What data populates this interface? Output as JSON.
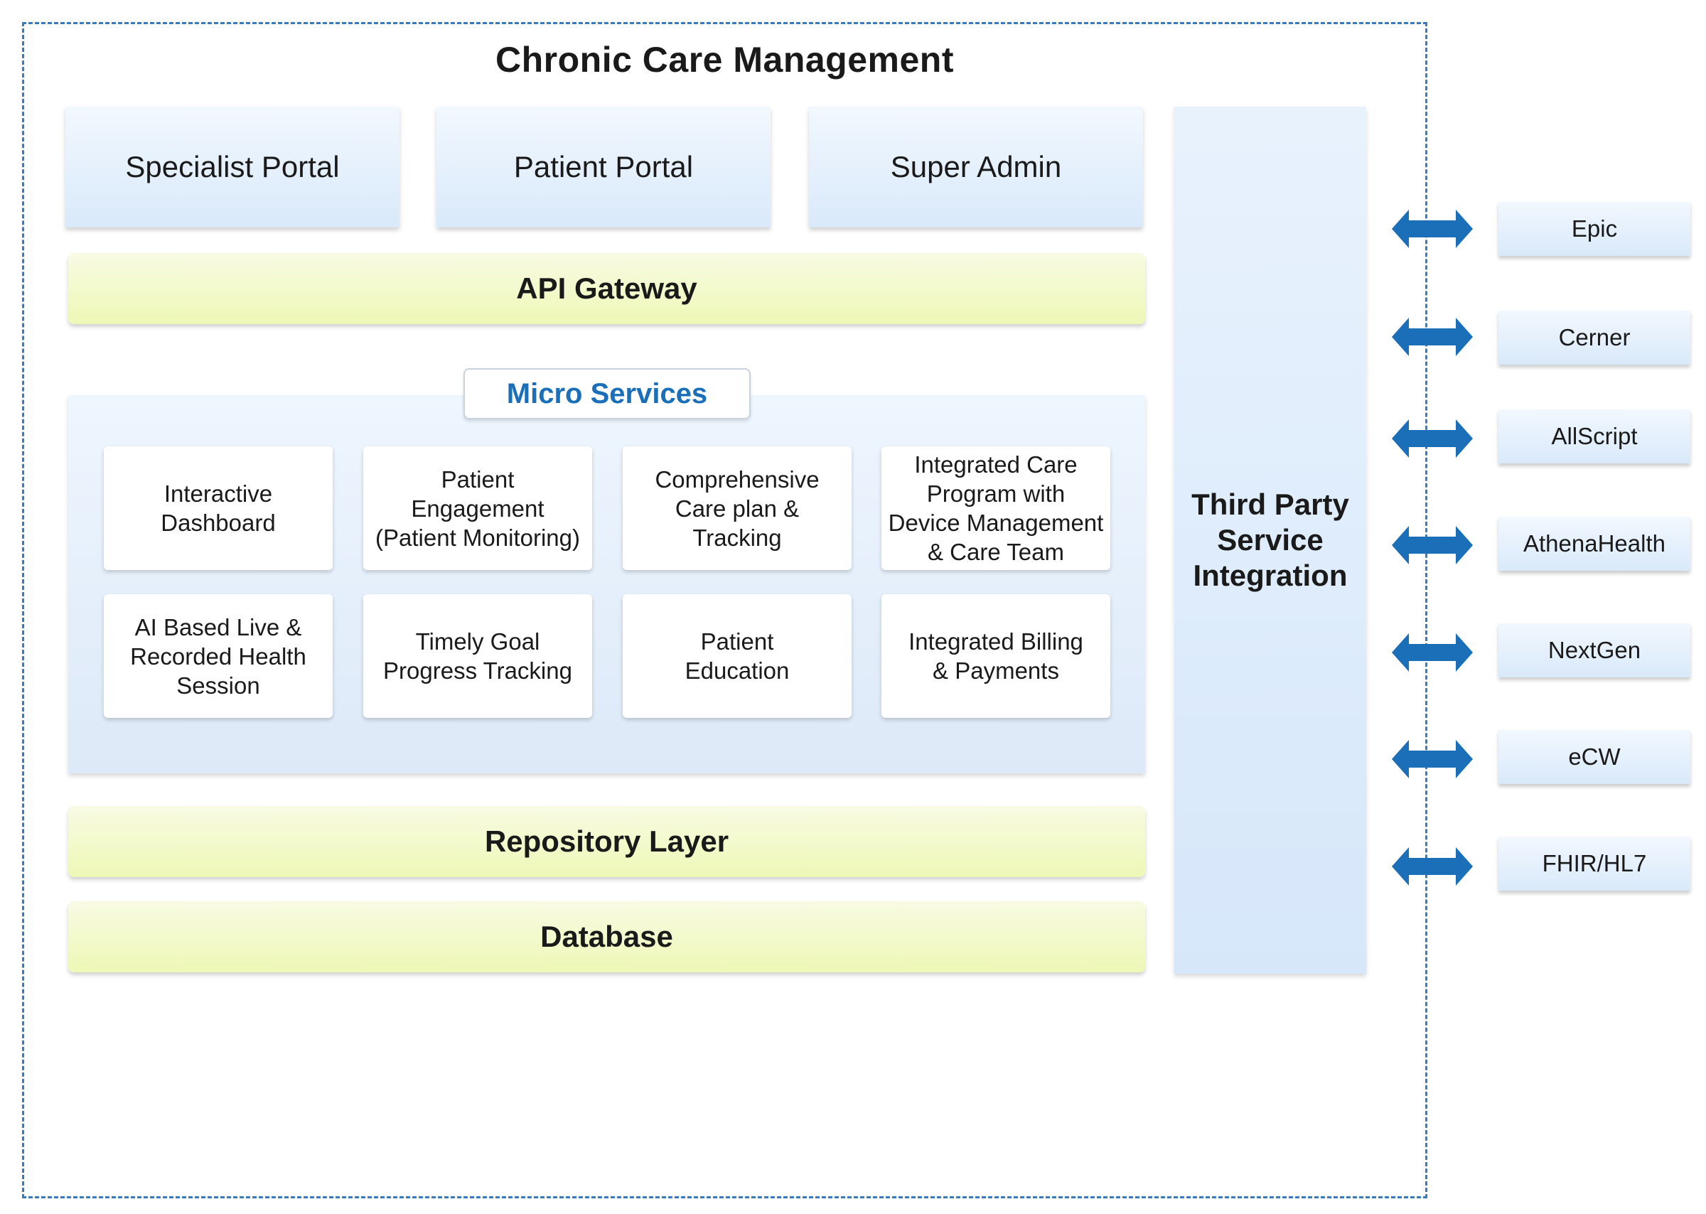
{
  "title": "Chronic Care Management",
  "portals": [
    "Specialist Portal",
    "Patient Portal",
    "Super Admin"
  ],
  "api_gateway": "API Gateway",
  "micro_services": {
    "label": "Micro Services",
    "items": [
      "Interactive\nDashboard",
      "Patient\nEngagement\n(Patient Monitoring)",
      "Comprehensive\nCare plan &\nTracking",
      "Integrated Care\nProgram with\nDevice Management\n& Care Team",
      "AI Based Live &\nRecorded Health\nSession",
      "Timely Goal\nProgress Tracking",
      "Patient\nEducation",
      "Integrated Billing\n& Payments"
    ]
  },
  "repository_layer": "Repository Layer",
  "database": "Database",
  "third_party": "Third Party\nService\nIntegration",
  "external_systems": [
    "Epic",
    "Cerner",
    "AllScript",
    "AthenaHealth",
    "NextGen",
    "eCW",
    "FHIR/HL7"
  ],
  "colors": {
    "frame_border": "#3a7bbf",
    "arrow": "#1a6fb8",
    "micro_services_label": "#1a6fb8"
  }
}
